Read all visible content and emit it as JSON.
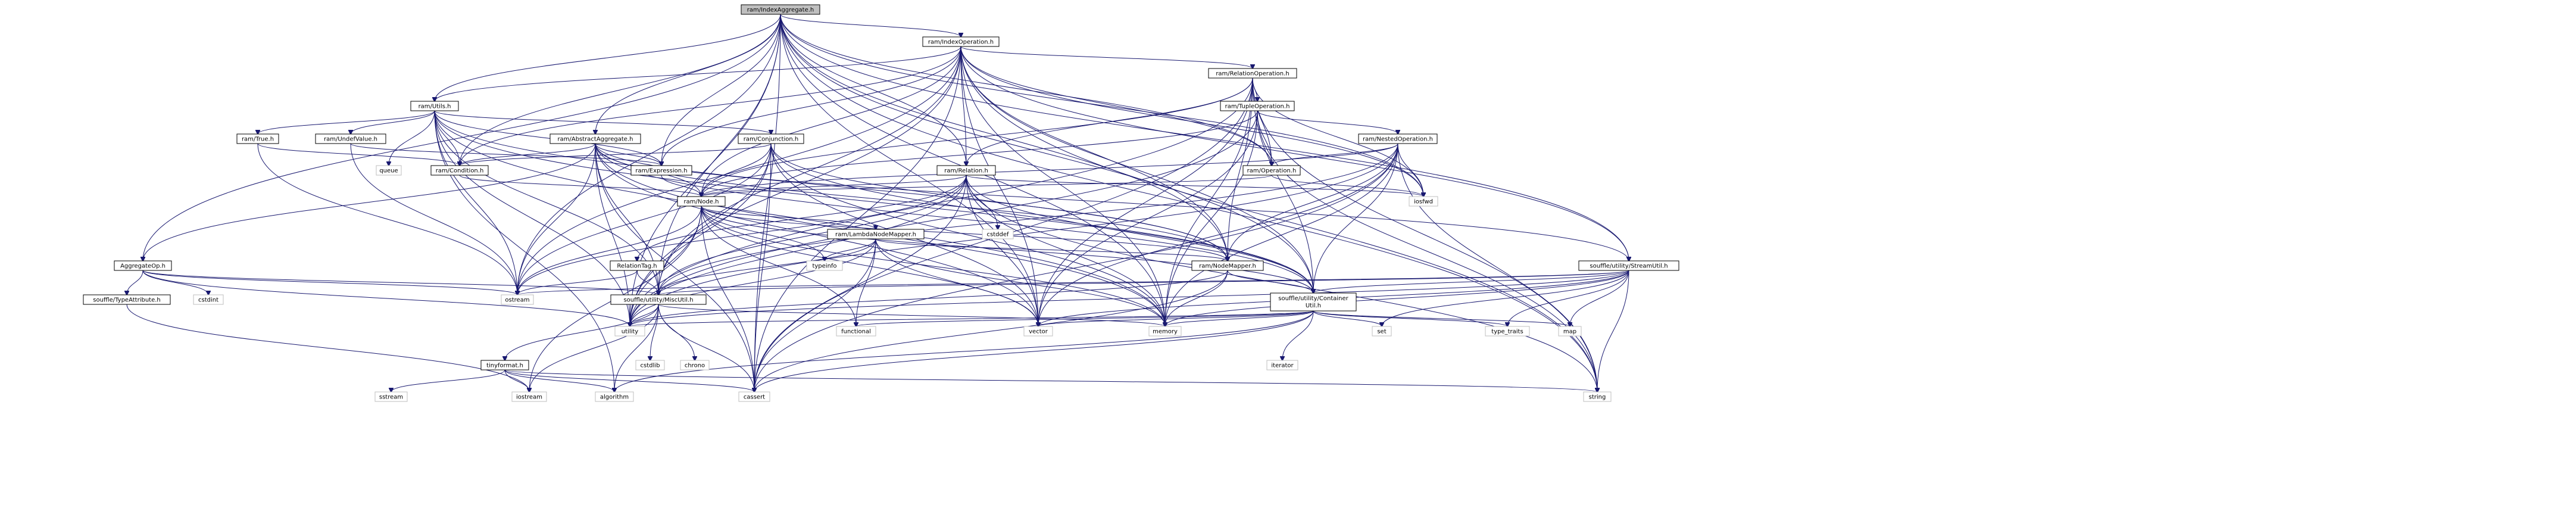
{
  "diagram": {
    "title": "",
    "nodes": [
      {
        "id": "root",
        "label": "ram/IndexAggregate.h",
        "kind": "root"
      },
      {
        "id": "indexop",
        "label": "ram/IndexOperation.h",
        "kind": "header"
      },
      {
        "id": "relop",
        "label": "ram/RelationOperation.h",
        "kind": "header"
      },
      {
        "id": "utils",
        "label": "ram/Utils.h",
        "kind": "header"
      },
      {
        "id": "tupleop",
        "label": "ram/TupleOperation.h",
        "kind": "header"
      },
      {
        "id": "conj",
        "label": "ram/Conjunction.h",
        "kind": "header"
      },
      {
        "id": "absagg",
        "label": "ram/AbstractAggregate.h",
        "kind": "header"
      },
      {
        "id": "nestedop",
        "label": "ram/NestedOperation.h",
        "kind": "header"
      },
      {
        "id": "true",
        "label": "ram/True.h",
        "kind": "header"
      },
      {
        "id": "undef",
        "label": "ram/UndefValue.h",
        "kind": "header"
      },
      {
        "id": "queue",
        "label": "queue",
        "kind": "system"
      },
      {
        "id": "relation",
        "label": "ram/Relation.h",
        "kind": "header"
      },
      {
        "id": "condition",
        "label": "ram/Condition.h",
        "kind": "header"
      },
      {
        "id": "expression",
        "label": "ram/Expression.h",
        "kind": "header"
      },
      {
        "id": "operation",
        "label": "ram/Operation.h",
        "kind": "header"
      },
      {
        "id": "node",
        "label": "ram/Node.h",
        "kind": "header"
      },
      {
        "id": "iosfwd",
        "label": "iosfwd",
        "kind": "system"
      },
      {
        "id": "cstddef",
        "label": "cstddef",
        "kind": "system"
      },
      {
        "id": "lambda",
        "label": "ram/LambdaNodeMapper.h",
        "kind": "header"
      },
      {
        "id": "reltag",
        "label": "RelationTag.h",
        "kind": "header"
      },
      {
        "id": "typeinfo",
        "label": "typeinfo",
        "kind": "system"
      },
      {
        "id": "nodemapper",
        "label": "ram/NodeMapper.h",
        "kind": "header"
      },
      {
        "id": "streamutil",
        "label": "souffle/utility/StreamUtil.h",
        "kind": "header"
      },
      {
        "id": "aggop",
        "label": "AggregateOp.h",
        "kind": "header"
      },
      {
        "id": "cstdint",
        "label": "cstdint",
        "kind": "system"
      },
      {
        "id": "typeattr",
        "label": "souffle/TypeAttribute.h",
        "kind": "header"
      },
      {
        "id": "ostream",
        "label": "ostream",
        "kind": "system"
      },
      {
        "id": "misc",
        "label": "souffle/utility/MiscUtil.h",
        "kind": "header"
      },
      {
        "id": "container",
        "label": "souffle/utility/Container Util.h",
        "kind": "header"
      },
      {
        "id": "utility",
        "label": "utility",
        "kind": "system"
      },
      {
        "id": "cstdlib",
        "label": "cstdlib",
        "kind": "system"
      },
      {
        "id": "chrono",
        "label": "chrono",
        "kind": "system"
      },
      {
        "id": "functional",
        "label": "functional",
        "kind": "system"
      },
      {
        "id": "vector",
        "label": "vector",
        "kind": "system"
      },
      {
        "id": "memory",
        "label": "memory",
        "kind": "system"
      },
      {
        "id": "iterator",
        "label": "iterator",
        "kind": "system"
      },
      {
        "id": "set",
        "label": "set",
        "kind": "system"
      },
      {
        "id": "typetraits",
        "label": "type_traits",
        "kind": "system"
      },
      {
        "id": "map",
        "label": "map",
        "kind": "system"
      },
      {
        "id": "tinyformat",
        "label": "tinyformat.h",
        "kind": "header"
      },
      {
        "id": "sstream",
        "label": "sstream",
        "kind": "system"
      },
      {
        "id": "iostream",
        "label": "iostream",
        "kind": "system"
      },
      {
        "id": "algorithm",
        "label": "algorithm",
        "kind": "system"
      },
      {
        "id": "cassert",
        "label": "cassert",
        "kind": "system"
      },
      {
        "id": "string",
        "label": "string",
        "kind": "system"
      }
    ],
    "edges": [
      [
        "root",
        "indexop"
      ],
      [
        "root",
        "relation"
      ],
      [
        "root",
        "absagg"
      ],
      [
        "root",
        "utils"
      ],
      [
        "root",
        "aggop"
      ],
      [
        "root",
        "condition"
      ],
      [
        "root",
        "expression"
      ],
      [
        "root",
        "operation"
      ],
      [
        "root",
        "nodemapper"
      ],
      [
        "root",
        "streamutil"
      ],
      [
        "root",
        "container"
      ],
      [
        "root",
        "misc"
      ],
      [
        "root",
        "utility"
      ],
      [
        "root",
        "vector"
      ],
      [
        "root",
        "memory"
      ],
      [
        "root",
        "ostream"
      ],
      [
        "root",
        "iosfwd"
      ],
      [
        "root",
        "string"
      ],
      [
        "root",
        "cassert"
      ],
      [
        "indexop",
        "relop"
      ],
      [
        "indexop",
        "utils"
      ],
      [
        "indexop",
        "relation"
      ],
      [
        "indexop",
        "node"
      ],
      [
        "indexop",
        "condition"
      ],
      [
        "indexop",
        "expression"
      ],
      [
        "indexop",
        "operation"
      ],
      [
        "indexop",
        "nodemapper"
      ],
      [
        "indexop",
        "streamutil"
      ],
      [
        "indexop",
        "container"
      ],
      [
        "indexop",
        "misc"
      ],
      [
        "indexop",
        "utility"
      ],
      [
        "indexop",
        "vector"
      ],
      [
        "indexop",
        "memory"
      ],
      [
        "indexop",
        "ostream"
      ],
      [
        "indexop",
        "string"
      ],
      [
        "indexop",
        "cassert"
      ],
      [
        "indexop",
        "iosfwd"
      ],
      [
        "relop",
        "tupleop"
      ],
      [
        "relop",
        "relation"
      ],
      [
        "relop",
        "node"
      ],
      [
        "relop",
        "operation"
      ],
      [
        "relop",
        "nodemapper"
      ],
      [
        "relop",
        "container"
      ],
      [
        "relop",
        "utility"
      ],
      [
        "relop",
        "vector"
      ],
      [
        "relop",
        "memory"
      ],
      [
        "relop",
        "string"
      ],
      [
        "relop",
        "cassert"
      ],
      [
        "relop",
        "iosfwd"
      ],
      [
        "tupleop",
        "nestedop"
      ],
      [
        "tupleop",
        "node"
      ],
      [
        "tupleop",
        "operation"
      ],
      [
        "tupleop",
        "utility"
      ],
      [
        "tupleop",
        "vector"
      ],
      [
        "tupleop",
        "memory"
      ],
      [
        "tupleop",
        "string"
      ],
      [
        "nestedop",
        "operation"
      ],
      [
        "nestedop",
        "node"
      ],
      [
        "nestedop",
        "nodemapper"
      ],
      [
        "nestedop",
        "container"
      ],
      [
        "nestedop",
        "misc"
      ],
      [
        "nestedop",
        "memory"
      ],
      [
        "nestedop",
        "vector"
      ],
      [
        "nestedop",
        "string"
      ],
      [
        "nestedop",
        "cassert"
      ],
      [
        "nestedop",
        "iosfwd"
      ],
      [
        "nestedop",
        "utility"
      ],
      [
        "utils",
        "true"
      ],
      [
        "utils",
        "undef"
      ],
      [
        "utils",
        "queue"
      ],
      [
        "utils",
        "conj"
      ],
      [
        "utils",
        "condition"
      ],
      [
        "utils",
        "expression"
      ],
      [
        "utils",
        "nodemapper"
      ],
      [
        "utils",
        "misc"
      ],
      [
        "utils",
        "container"
      ],
      [
        "utils",
        "utility"
      ],
      [
        "utils",
        "memory"
      ],
      [
        "utils",
        "algorithm"
      ],
      [
        "utils",
        "ostream"
      ],
      [
        "true",
        "condition"
      ],
      [
        "true",
        "ostream"
      ],
      [
        "undef",
        "expression"
      ],
      [
        "undef",
        "ostream"
      ],
      [
        "conj",
        "condition"
      ],
      [
        "conj",
        "node"
      ],
      [
        "conj",
        "nodemapper"
      ],
      [
        "conj",
        "misc"
      ],
      [
        "conj",
        "container"
      ],
      [
        "conj",
        "utility"
      ],
      [
        "conj",
        "vector"
      ],
      [
        "conj",
        "memory"
      ],
      [
        "conj",
        "cassert"
      ],
      [
        "conj",
        "ostream"
      ],
      [
        "absagg",
        "aggop"
      ],
      [
        "absagg",
        "condition"
      ],
      [
        "absagg",
        "expression"
      ],
      [
        "absagg",
        "node"
      ],
      [
        "absagg",
        "nodemapper"
      ],
      [
        "absagg",
        "container"
      ],
      [
        "absagg",
        "misc"
      ],
      [
        "absagg",
        "streamutil"
      ],
      [
        "absagg",
        "utility"
      ],
      [
        "absagg",
        "vector"
      ],
      [
        "absagg",
        "memory"
      ],
      [
        "absagg",
        "cassert"
      ],
      [
        "absagg",
        "ostream"
      ],
      [
        "relation",
        "node"
      ],
      [
        "relation",
        "reltag"
      ],
      [
        "relation",
        "cstddef"
      ],
      [
        "relation",
        "container"
      ],
      [
        "relation",
        "misc"
      ],
      [
        "relation",
        "utility"
      ],
      [
        "relation",
        "vector"
      ],
      [
        "relation",
        "memory"
      ],
      [
        "relation",
        "string"
      ],
      [
        "relation",
        "cassert"
      ],
      [
        "relation",
        "iosfwd"
      ],
      [
        "relation",
        "ostream"
      ],
      [
        "condition",
        "node"
      ],
      [
        "expression",
        "node"
      ],
      [
        "operation",
        "node"
      ],
      [
        "operation",
        "iosfwd"
      ],
      [
        "node",
        "lambda"
      ],
      [
        "node",
        "nodemapper"
      ],
      [
        "node",
        "container"
      ],
      [
        "node",
        "typeinfo"
      ],
      [
        "node",
        "functional"
      ],
      [
        "node",
        "utility"
      ],
      [
        "node",
        "vector"
      ],
      [
        "node",
        "memory"
      ],
      [
        "node",
        "cassert"
      ],
      [
        "node",
        "iostream"
      ],
      [
        "node",
        "ostream"
      ],
      [
        "lambda",
        "nodemapper"
      ],
      [
        "lambda",
        "misc"
      ],
      [
        "lambda",
        "typeinfo"
      ],
      [
        "lambda",
        "functional"
      ],
      [
        "lambda",
        "utility"
      ],
      [
        "lambda",
        "vector"
      ],
      [
        "lambda",
        "memory"
      ],
      [
        "lambda",
        "cassert"
      ],
      [
        "lambda",
        "type_traits_fallback"
      ],
      [
        "reltag",
        "misc"
      ],
      [
        "reltag",
        "ostream"
      ],
      [
        "nodemapper",
        "container"
      ],
      [
        "nodemapper",
        "utility"
      ],
      [
        "nodemapper",
        "memory"
      ],
      [
        "nodemapper",
        "cassert"
      ],
      [
        "streamutil",
        "container"
      ],
      [
        "streamutil",
        "misc"
      ],
      [
        "streamutil",
        "utility"
      ],
      [
        "streamutil",
        "vector"
      ],
      [
        "streamutil",
        "memory"
      ],
      [
        "streamutil",
        "set"
      ],
      [
        "streamutil",
        "map"
      ],
      [
        "streamutil",
        "typetraits"
      ],
      [
        "streamutil",
        "string"
      ],
      [
        "streamutil",
        "ostream"
      ],
      [
        "aggop",
        "typeattr"
      ],
      [
        "aggop",
        "misc"
      ],
      [
        "aggop",
        "cstdint"
      ],
      [
        "aggop",
        "utility"
      ],
      [
        "aggop",
        "ostream"
      ],
      [
        "typeattr",
        "iostream"
      ],
      [
        "misc",
        "tinyformat"
      ],
      [
        "misc",
        "cstdlib"
      ],
      [
        "misc",
        "chrono"
      ],
      [
        "misc",
        "utility"
      ],
      [
        "misc",
        "memory"
      ],
      [
        "misc",
        "cassert"
      ],
      [
        "misc",
        "algorithm"
      ],
      [
        "misc",
        "iostream"
      ],
      [
        "container",
        "iterator"
      ],
      [
        "container",
        "functional"
      ],
      [
        "container",
        "utility"
      ],
      [
        "container",
        "vector"
      ],
      [
        "container",
        "memory"
      ],
      [
        "container",
        "set"
      ],
      [
        "container",
        "map"
      ],
      [
        "container",
        "typetraits"
      ],
      [
        "container",
        "algorithm"
      ],
      [
        "container",
        "cassert"
      ],
      [
        "tinyformat",
        "sstream"
      ],
      [
        "tinyformat",
        "iostream"
      ],
      [
        "tinyformat",
        "algorithm"
      ],
      [
        "tinyformat",
        "cassert"
      ],
      [
        "tinyformat",
        "string"
      ]
    ]
  }
}
